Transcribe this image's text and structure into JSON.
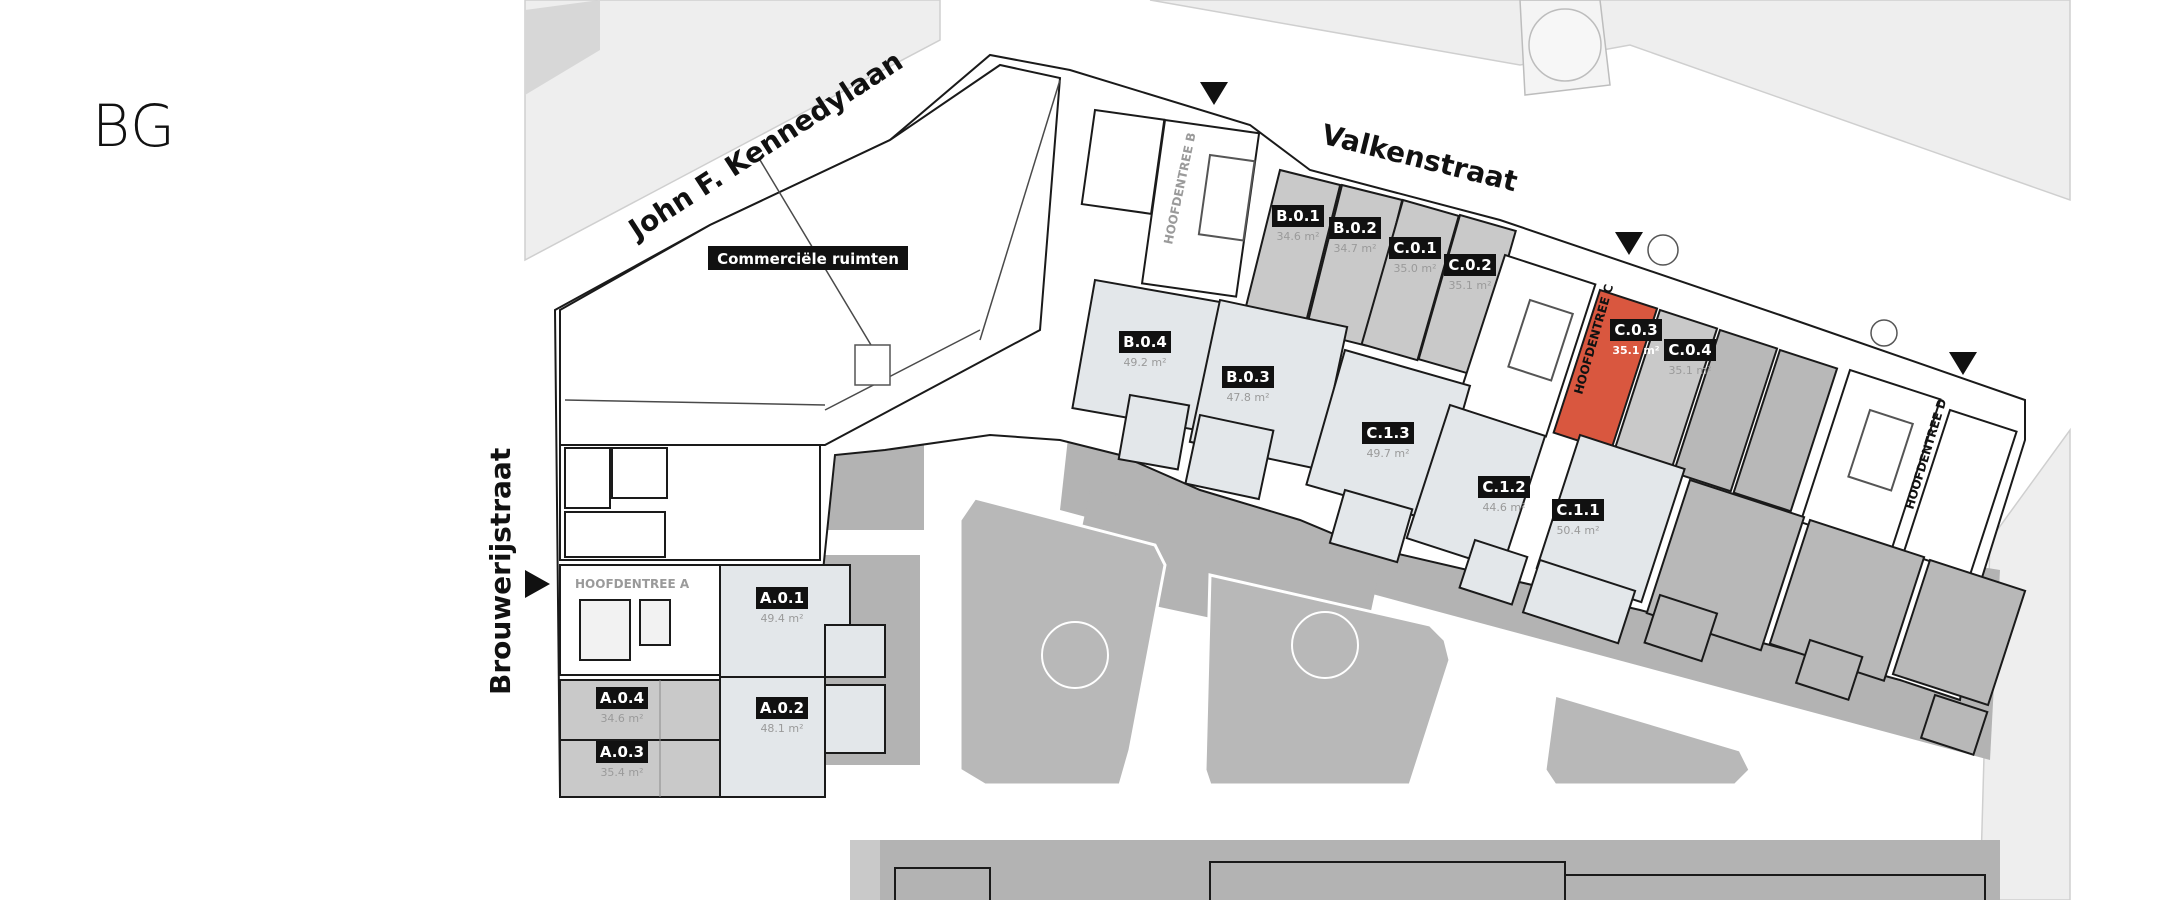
{
  "floor": "BG",
  "streets": {
    "top_left": "John F. Kennedylaan",
    "top_right": "Valkenstraat",
    "left": "Brouwerijstraat"
  },
  "commercial": "Commerciële ruimten",
  "entrances": {
    "a": "HOOFDENTREE A",
    "b": "HOOFDENTREE B",
    "c": "HOOFDENTREE C",
    "d": "HOOFDENTREE D"
  },
  "units": [
    {
      "id": "B.0.1",
      "area": "34.6 m²"
    },
    {
      "id": "B.0.2",
      "area": "34.7 m²"
    },
    {
      "id": "C.0.1",
      "area": "35.0 m²"
    },
    {
      "id": "C.0.2",
      "area": "35.1 m²"
    },
    {
      "id": "C.0.3",
      "area": "35.1 m²",
      "selected": true
    },
    {
      "id": "C.0.4",
      "area": "35.1 m²"
    },
    {
      "id": "B.0.4",
      "area": "49.2 m²"
    },
    {
      "id": "B.0.3",
      "area": "47.8 m²"
    },
    {
      "id": "C.1.3",
      "area": "49.7 m²"
    },
    {
      "id": "C.1.2",
      "area": "44.6 m²"
    },
    {
      "id": "C.1.1",
      "area": "50.4 m²"
    },
    {
      "id": "A.0.1",
      "area": "49.4 m²"
    },
    {
      "id": "A.0.2",
      "area": "48.1 m²"
    },
    {
      "id": "A.0.4",
      "area": "34.6 m²"
    },
    {
      "id": "A.0.3",
      "area": "35.4 m²"
    }
  ],
  "colors": {
    "selected": "#d9573f",
    "label_bg": "#111111",
    "unit_grey": "#c9c9c9",
    "unit_light": "#e3e7ea",
    "terrace": "#b3b3b3",
    "street_fill": "#eeeeee"
  }
}
